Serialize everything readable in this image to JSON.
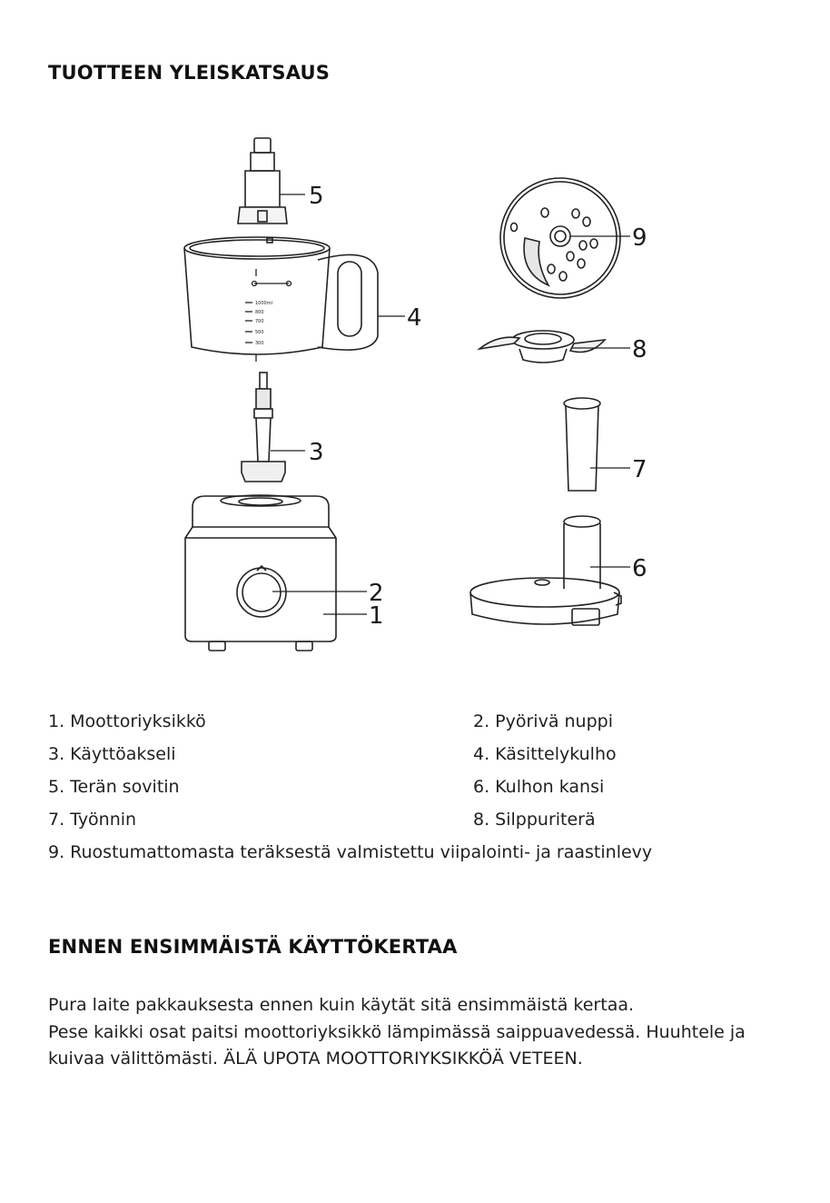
{
  "section1": {
    "title": "TUOTTEEN YLEISKATSAUS"
  },
  "diagram": {
    "callouts": [
      "5",
      "4",
      "3",
      "2",
      "1",
      "9",
      "8",
      "7",
      "6"
    ],
    "bowl_markings": [
      "1000ml",
      "800",
      "700",
      "500",
      "300"
    ]
  },
  "parts": {
    "p1": "1. Moottoriyksikkö",
    "p2": "2. Pyörivä nuppi",
    "p3": "3. Käyttöakseli",
    "p4": "4. Käsittelykulho",
    "p5": "5. Terän sovitin",
    "p6": "6. Kulhon kansi",
    "p7": "7. Työnnin",
    "p8": "8. Silppuriterä",
    "p9": "9. Ruostumattomasta teräksestä valmistettu viipalointi- ja raastinlevy"
  },
  "section2": {
    "title": "ENNEN ENSIMMÄISTÄ KÄYTTÖKERTAA",
    "lines": [
      "Pura laite pakkauksesta ennen kuin käytät sitä ensimmäistä kertaa.",
      "Pese kaikki osat paitsi moottoriyksikkö lämpimässä saippuavedessä. Huuhtele ja",
      "kuivaa välittömästi. ÄLÄ UPOTA MOOTTORIYKSIKKÖÄ VETEEN."
    ]
  }
}
